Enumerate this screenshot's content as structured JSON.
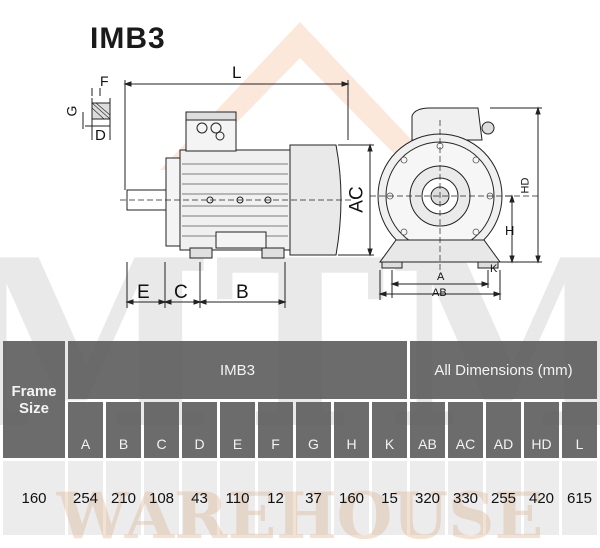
{
  "title": "IMB3",
  "drawing_labels": {
    "L": "L",
    "F": "F",
    "G": "G",
    "D": "D",
    "AC": "AC",
    "E": "E",
    "C": "C",
    "B": "B",
    "HD": "HD",
    "H": "H",
    "K": "K",
    "A": "A",
    "AB": "AB"
  },
  "watermark": {
    "text_top": "MTM",
    "text_bottom": "WAREHOUSE",
    "color": "#f4d9c4"
  },
  "table": {
    "frame_header": [
      "Frame",
      "Size"
    ],
    "group_imb3": "IMB3",
    "group_all": "All Dimensions (mm)",
    "columns": [
      "A",
      "B",
      "C",
      "D",
      "E",
      "F",
      "G",
      "H",
      "K",
      "AB",
      "AC",
      "AD",
      "HD",
      "L"
    ],
    "frame_value": "160",
    "values": [
      "254",
      "210",
      "108",
      "43",
      "110",
      "12",
      "37",
      "160",
      "15",
      "320",
      "330",
      "255",
      "420",
      "615"
    ]
  }
}
